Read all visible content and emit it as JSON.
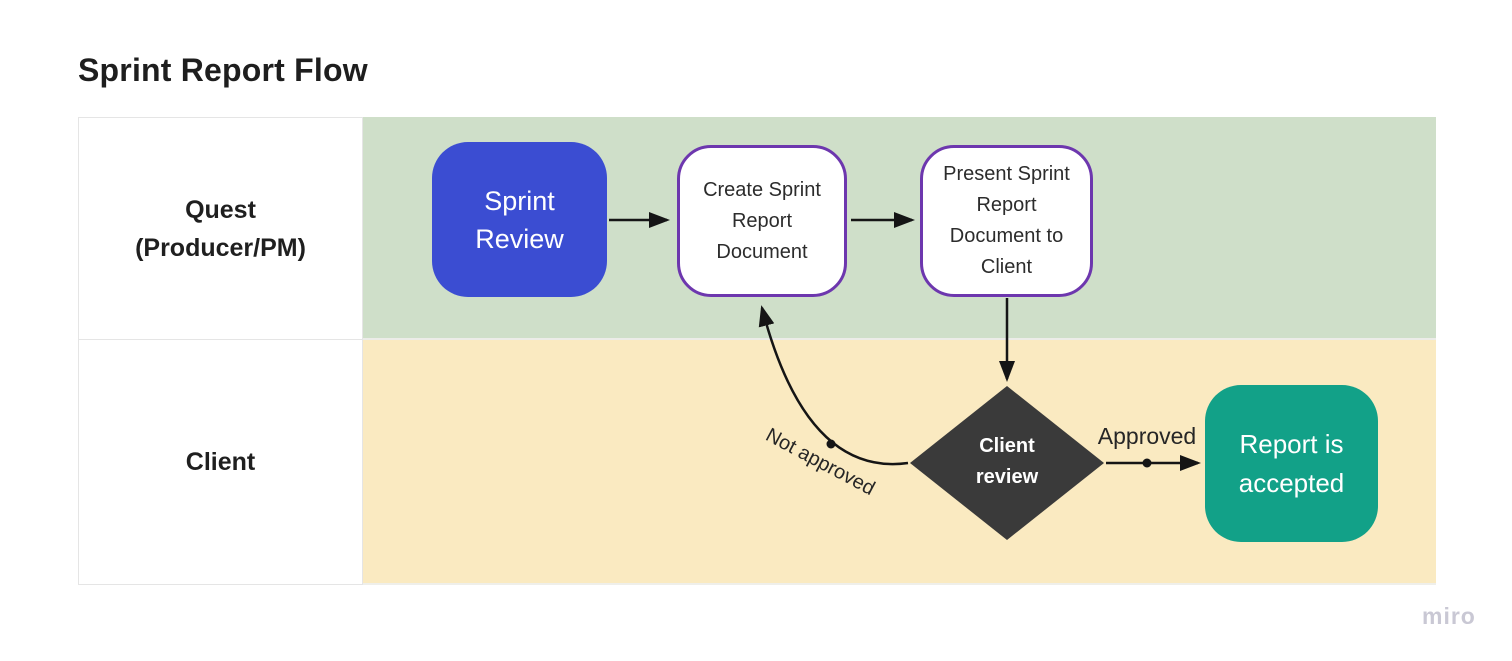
{
  "page": {
    "title": "Sprint Report Flow",
    "watermark": "miro"
  },
  "swimlanes": [
    {
      "label": "Quest\n(Producer/PM)",
      "color": "#CFDFC9"
    },
    {
      "label": "Client",
      "color": "#FAEAC1"
    }
  ],
  "nodes": [
    {
      "id": "sprint-review",
      "shape": "rounded-rect",
      "label": "Sprint\nReview",
      "fill": "#3B4DD2",
      "text_color": "#FFFFFF"
    },
    {
      "id": "create-sprint-report-document",
      "shape": "rounded-rect",
      "label": "Create Sprint\nReport\nDocument",
      "fill": "#FFFFFF",
      "border_color": "#6D37AE",
      "text_color": "#2C2C2C"
    },
    {
      "id": "present-sprint-report-document-to-client",
      "shape": "rounded-rect",
      "label": "Present Sprint\nReport\nDocument to\nClient",
      "fill": "#FFFFFF",
      "border_color": "#6D37AE",
      "text_color": "#2C2C2C"
    },
    {
      "id": "client-review",
      "shape": "diamond",
      "label": "Client\nreview",
      "fill": "#3A3A3A",
      "text_color": "#FFFFFF"
    },
    {
      "id": "report-is-accepted",
      "shape": "rounded-rect",
      "label": "Report is\naccepted",
      "fill": "#12A188",
      "text_color": "#FFFFFF"
    }
  ],
  "edges": [
    {
      "from": "sprint-review",
      "to": "create-sprint-report-document",
      "label": ""
    },
    {
      "from": "create-sprint-report-document",
      "to": "present-sprint-report-document-to-client",
      "label": ""
    },
    {
      "from": "present-sprint-report-document-to-client",
      "to": "client-review",
      "label": ""
    },
    {
      "from": "client-review",
      "to": "report-is-accepted",
      "label": "Approved"
    },
    {
      "from": "client-review",
      "to": "create-sprint-report-document",
      "label": "Not approved"
    }
  ]
}
